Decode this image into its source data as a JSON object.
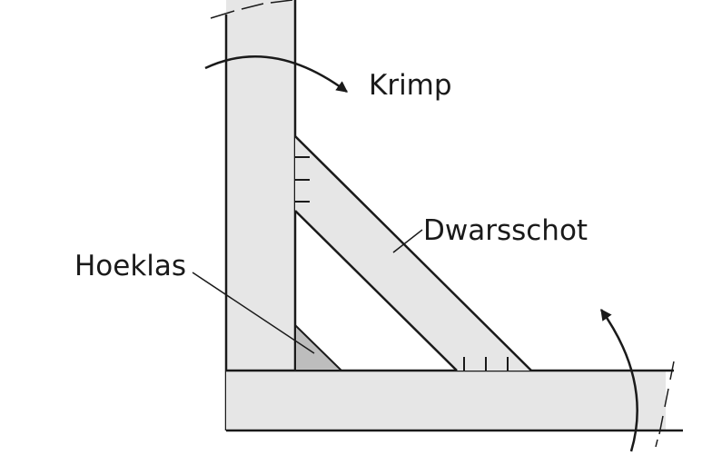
{
  "labels": {
    "krimp": "Krimp",
    "dwarsschot": "Dwarsschot",
    "hoeklas": "Hoeklas"
  },
  "colors": {
    "plate_fill": "#e6e6e6",
    "weld_fill": "#bdbdbd",
    "stroke": "#1a1a1a",
    "background": "#ffffff"
  }
}
